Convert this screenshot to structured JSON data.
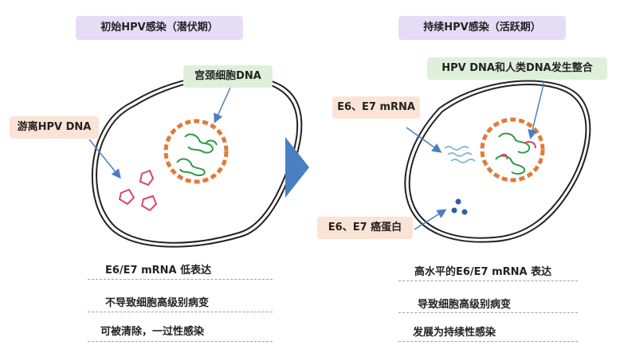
{
  "left": {
    "title": "初始HPV感染（潜伏期）",
    "label_host_dna": "宫颈细胞DNA",
    "label_free_dna": "游离HPV  DNA",
    "notes": [
      "E6/E7 mRNA 低表达",
      "不导致细胞高级别病变",
      "可被清除，一过性感染"
    ]
  },
  "right": {
    "title": "持续HPV感染（活跃期）",
    "label_integration": "HPV DNA和人类DNA发生整合",
    "label_mrna": "E6、E7  mRNA",
    "label_oncoprotein": "E6、E7  癌蛋白",
    "notes": [
      "高水平的E6/E7 mRNA 表达",
      "导致细胞高级别病变",
      "发展为持续性感染"
    ]
  },
  "colors": {
    "title_bg": "#e6dcf5",
    "green_bg": "#dff0da",
    "peach_bg": "#fbe4d6",
    "arrow": "#4a7fc1",
    "nucleus": "#e07b39",
    "host_dna": "#2e9a44",
    "hpv_dna": "#d9446b",
    "protein": "#2d5fa6"
  },
  "icons": [
    "transition-arrow-icon",
    "mrna-wave-icon",
    "oncoprotein-dots-icon"
  ]
}
